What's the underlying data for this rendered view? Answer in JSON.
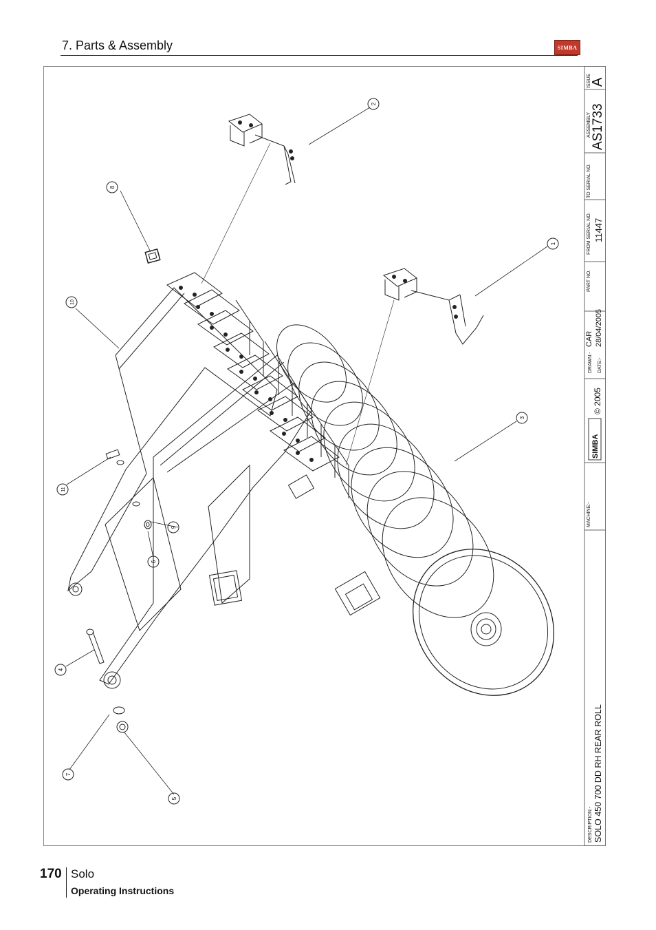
{
  "header": {
    "section_title": "7. Parts & Assembly",
    "logo_text": "SIMBA"
  },
  "footer": {
    "page_number": "170",
    "product": "Solo",
    "subtitle": "Operating Instructions"
  },
  "title_block": {
    "issue_label": "ISSUE",
    "issue_value": "A",
    "assembly_label": "ASSEMBLY",
    "assembly_value": "AS1733",
    "to_serial_label": "TO SERIAL NO.",
    "to_serial_value": "",
    "from_serial_label": "FROM SERIAL NO.",
    "from_serial_value": "11447",
    "part_no_label": "PART NO.",
    "part_no_value": "",
    "drawn_label": "DRAWN:-",
    "drawn_value": "CAR",
    "date_label": "DATE:-",
    "date_value": "28/04/2005",
    "logo_text": "SIMBA",
    "copyright": "© 2005",
    "machine_label": "MACHINE:-",
    "machine_value": "",
    "description_label": "DESCRIPTION:-",
    "description_value": "SOLO 450 700 DD RH REAR ROLL"
  },
  "callouts": [
    "1",
    "2",
    "3",
    "4",
    "5",
    "6",
    "7",
    "8",
    "9",
    "10",
    "11"
  ],
  "colors": {
    "line": "#222222",
    "logo_red": "#c0392b"
  }
}
